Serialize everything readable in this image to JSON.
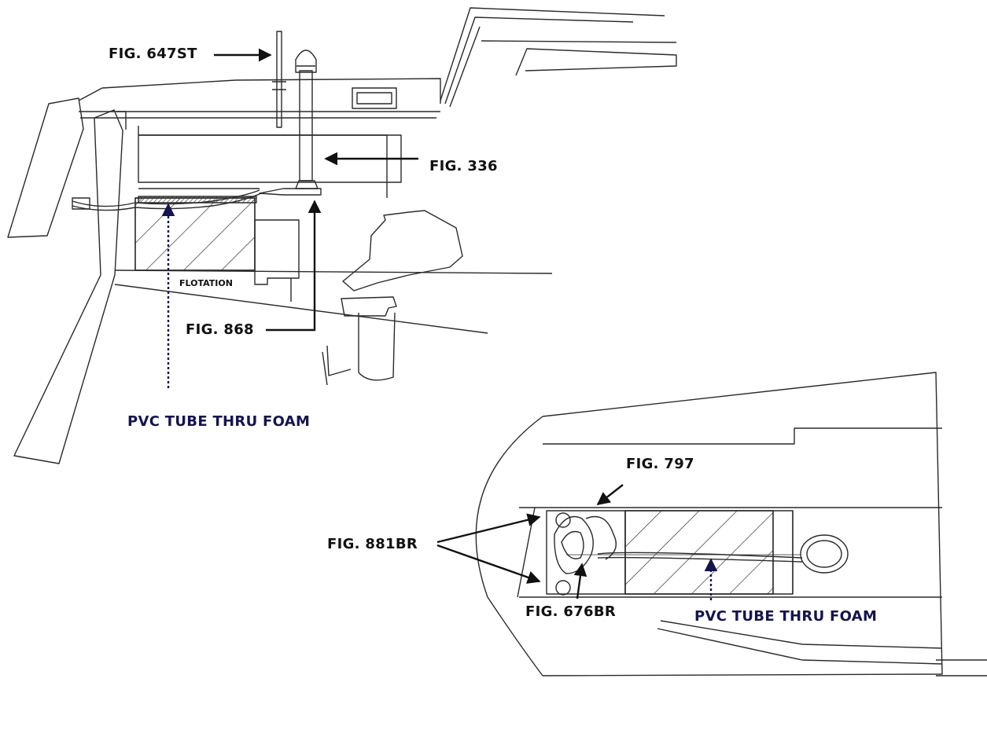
{
  "colors": {
    "line": "#2a2a2a",
    "label": "#111111",
    "accent": "#141450",
    "hatch": "#333333"
  },
  "icons": [
    "arrow-icon",
    "dotted-arrow-icon"
  ],
  "side_view": {
    "fig_647st": "FIG. 647ST",
    "fig_336": "FIG. 336",
    "fig_868": "FIG. 868",
    "flotation": "FLOTATION",
    "pvc_tube": "PVC TUBE THRU FOAM"
  },
  "top_view": {
    "fig_797": "FIG. 797",
    "fig_881br": "FIG. 881BR",
    "fig_676br": "FIG. 676BR",
    "pvc_tube": "PVC TUBE THRU FOAM"
  }
}
